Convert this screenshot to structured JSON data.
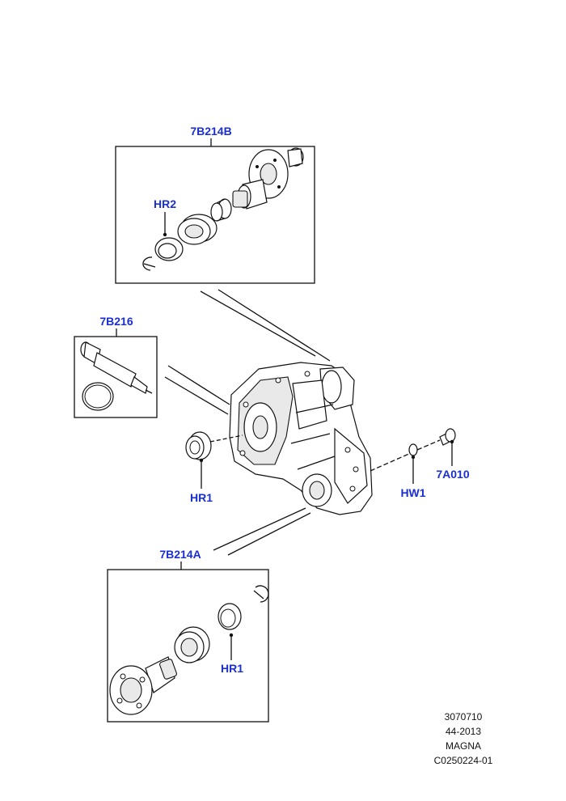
{
  "callouts": {
    "top_box": "7B214B",
    "top_hr": "HR2",
    "left_box": "7B216",
    "seal_left": "HR1",
    "bottom_box": "7B214A",
    "bottom_hr": "HR1",
    "washer": "HW1",
    "bolt": "7A010"
  },
  "footer": {
    "line1": "3070710",
    "line2": "44-2013",
    "line3": "MAGNA",
    "line4": "C0250224-01"
  },
  "colors": {
    "callout_text": "#1a2fd0",
    "line": "#111111"
  }
}
